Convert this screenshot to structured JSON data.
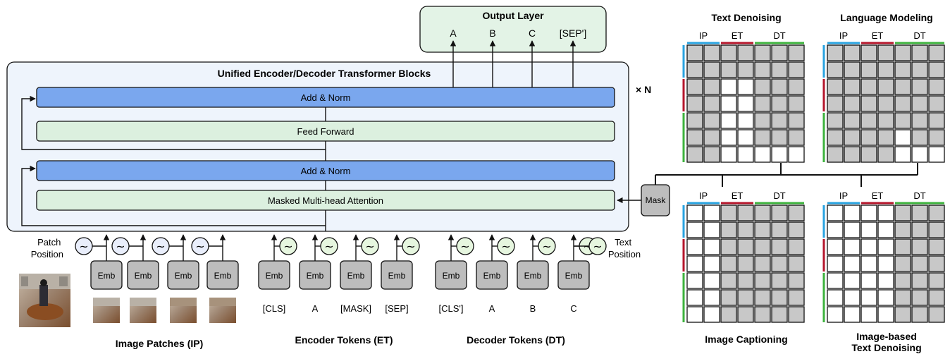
{
  "output_layer": {
    "title": "Output Layer",
    "tokens": [
      "A",
      "B",
      "C",
      "[SEP']"
    ]
  },
  "transformer": {
    "title": "Unified Encoder/Decoder Transformer Blocks",
    "repeat_label": "× N",
    "blocks": [
      "Add & Norm",
      "Feed Forward",
      "Add & Norm",
      "Masked Multi-head Attention"
    ]
  },
  "mask_label": "Mask",
  "positions": {
    "patch_label": "Patch\nPosition",
    "text_label": "Text\nPosition",
    "wave_glyph": "~"
  },
  "emb_label": "Emb",
  "image_patches": {
    "caption": "Image Patches (IP)"
  },
  "encoder_tokens": {
    "caption": "Encoder Tokens (ET)",
    "tokens": [
      "[CLS]",
      "A",
      "[MASK]",
      "[SEP]"
    ]
  },
  "decoder_tokens": {
    "caption": "Decoder Tokens (DT)",
    "tokens": [
      "[CLS']",
      "A",
      "B",
      "C"
    ]
  },
  "segment_labels": [
    "IP",
    "ET",
    "DT"
  ],
  "segment_colors": {
    "IP": "#29a3e0",
    "ET": "#b5162c",
    "DT": "#3db33d"
  },
  "colors": {
    "output_fill": "#e3f3e6",
    "transformer_fill": "#eef4fc",
    "addnorm_fill": "#7aa7ee",
    "green_fill": "#dcf0df",
    "emb_fill": "#bdbdbd",
    "cell_filled": "#c8c8c8"
  },
  "mask_matrices": [
    {
      "title": "Text Denoising",
      "rows": [
        [
          1,
          1,
          1,
          1,
          1,
          1,
          1
        ],
        [
          1,
          1,
          1,
          1,
          1,
          1,
          1
        ],
        [
          1,
          1,
          0,
          0,
          1,
          1,
          1
        ],
        [
          1,
          1,
          0,
          0,
          1,
          1,
          1
        ],
        [
          1,
          1,
          0,
          0,
          1,
          1,
          1
        ],
        [
          1,
          1,
          0,
          0,
          1,
          1,
          1
        ],
        [
          1,
          1,
          0,
          0,
          0,
          0,
          0
        ]
      ]
    },
    {
      "title": "Language Modeling",
      "rows": [
        [
          1,
          1,
          1,
          1,
          1,
          1,
          1
        ],
        [
          1,
          1,
          1,
          1,
          1,
          1,
          1
        ],
        [
          1,
          1,
          1,
          1,
          1,
          1,
          1
        ],
        [
          1,
          1,
          1,
          1,
          1,
          1,
          1
        ],
        [
          1,
          1,
          1,
          1,
          1,
          1,
          1
        ],
        [
          1,
          1,
          1,
          1,
          0,
          1,
          1
        ],
        [
          1,
          1,
          1,
          1,
          0,
          0,
          0
        ]
      ]
    },
    {
      "title": "Image Captioning",
      "rows": [
        [
          0,
          0,
          1,
          1,
          1,
          1,
          1
        ],
        [
          0,
          0,
          1,
          1,
          1,
          1,
          1
        ],
        [
          0,
          0,
          1,
          1,
          1,
          1,
          1
        ],
        [
          0,
          0,
          1,
          1,
          1,
          1,
          1
        ],
        [
          0,
          0,
          1,
          1,
          1,
          1,
          1
        ],
        [
          0,
          0,
          1,
          1,
          1,
          1,
          1
        ],
        [
          0,
          0,
          1,
          1,
          1,
          1,
          1
        ]
      ]
    },
    {
      "title": "Image-based\nText Denoising",
      "rows": [
        [
          0,
          0,
          0,
          0,
          1,
          1,
          1
        ],
        [
          0,
          0,
          0,
          0,
          1,
          1,
          1
        ],
        [
          0,
          0,
          0,
          0,
          1,
          1,
          1
        ],
        [
          0,
          0,
          0,
          0,
          1,
          1,
          1
        ],
        [
          0,
          0,
          0,
          0,
          1,
          1,
          1
        ],
        [
          0,
          0,
          0,
          0,
          1,
          1,
          1
        ],
        [
          0,
          0,
          0,
          0,
          1,
          1,
          1
        ]
      ]
    }
  ]
}
